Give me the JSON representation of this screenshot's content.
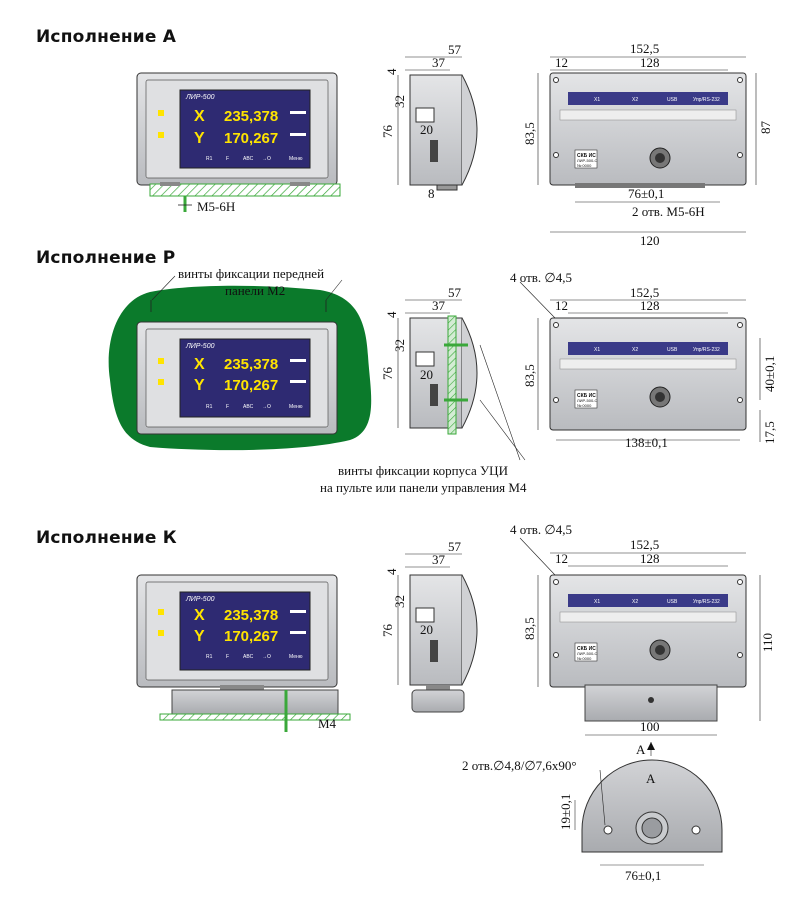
{
  "sections": [
    {
      "title": "Исполнение А"
    },
    {
      "title": "Исполнение Р"
    },
    {
      "title": "Исполнение К"
    }
  ],
  "panel": {
    "title": "ЛИР-500",
    "axis_x": "X",
    "value_x": "235,378",
    "axis_y": "Y",
    "value_y": "170,267",
    "buttons": [
      "R1",
      "F",
      "ABC",
      "→O",
      "Меню"
    ]
  },
  "rear": {
    "ports": [
      "X1",
      "X2",
      "USB",
      "Упр/RS-232"
    ],
    "label_lines": [
      "СКБ ИС",
      "ЛИР-500-С",
      "№ 0000"
    ]
  },
  "dims": {
    "side_57": "57",
    "side_37": "37",
    "side_4": "4",
    "side_32": "32",
    "side_76": "76",
    "side_20": "20",
    "side_8": "8",
    "rear_152": "152,5",
    "rear_12": "12",
    "rear_128": "128",
    "rear_83": "83,5",
    "rear_87": "87",
    "rear_76": "76±0,1",
    "rear_holes": "2 отв. M5-6H",
    "rear_120": "120",
    "front_thread": "M5-6H",
    "p_holes": "4 отв. ∅4,5",
    "p_40": "40±0,1",
    "p_17": "17,5",
    "p_138": "138±0,1",
    "k_110": "110",
    "k_100": "100",
    "k_m4": "M4",
    "k_arrow": "A",
    "k_view": "A",
    "k_holes2": "2 отв.∅4,8/∅7,6x90°",
    "k_19": "19±0,1",
    "k_76": "76±0,1"
  },
  "labels": {
    "p_front_1": "винты фиксации передней",
    "p_front_2": "панели  М2",
    "p_body_1": "винты фиксации корпуса УЦИ",
    "p_body_2": "на пульте или панели управления М4"
  },
  "colors": {
    "screen": "#2e2a72",
    "digits": "#ffe400",
    "green": "#0b7a2b",
    "mount_hatch": "#48b848",
    "case": "#c9cbce"
  }
}
